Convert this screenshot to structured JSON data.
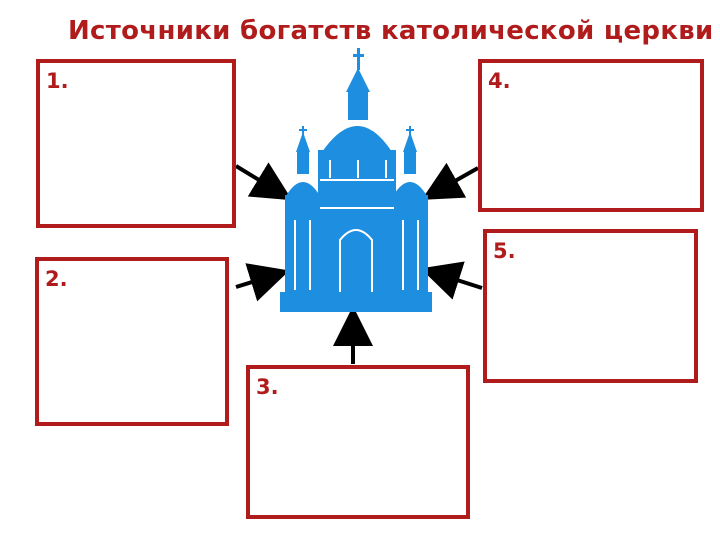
{
  "title": "Источники богатств католической церкви",
  "colors": {
    "frame": "#b01c1c",
    "church": "#1e8fe0",
    "arrow": "#000000"
  },
  "boxes": [
    {
      "id": "1",
      "label": "1."
    },
    {
      "id": "2",
      "label": "2."
    },
    {
      "id": "3",
      "label": "3."
    },
    {
      "id": "4",
      "label": "4."
    },
    {
      "id": "5",
      "label": "5."
    }
  ]
}
